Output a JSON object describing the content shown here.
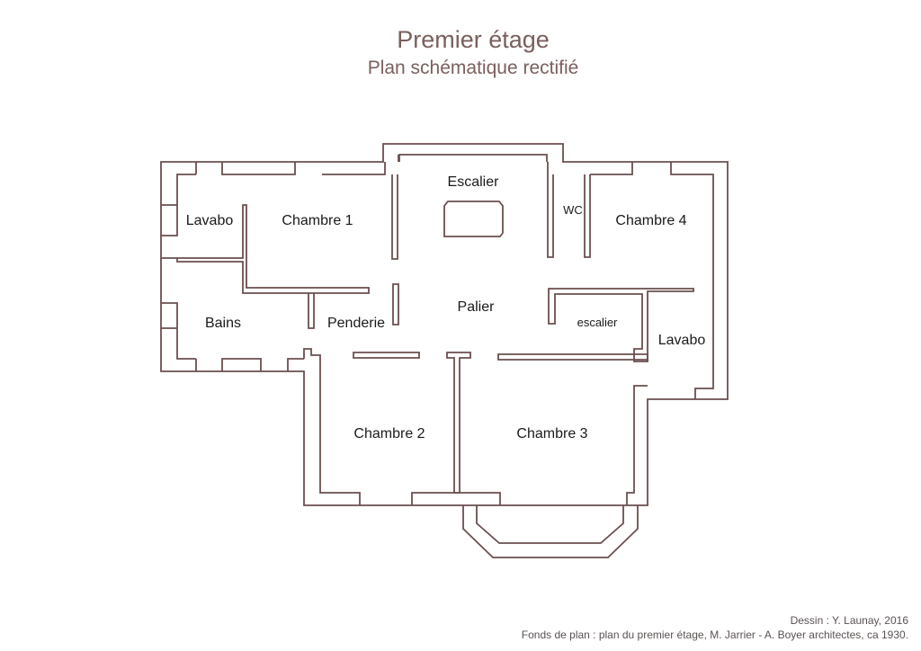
{
  "title": "Premier étage",
  "subtitle": "Plan schématique rectifié",
  "rooms": {
    "escalier_main": "Escalier",
    "wc": "WC",
    "lavabo_left": "Lavabo",
    "chambre1": "Chambre 1",
    "chambre4": "Chambre 4",
    "bains": "Bains",
    "penderie": "Penderie",
    "palier": "Palier",
    "escalier_small": "escalier",
    "lavabo_right": "Lavabo",
    "chambre2": "Chambre 2",
    "chambre3": "Chambre 3"
  },
  "credits": {
    "author": "Dessin : Y. Launay, 2016",
    "source": "Fonds de plan : plan du premier étage, M. Jarrier - A. Boyer architectes, ca 1930."
  }
}
